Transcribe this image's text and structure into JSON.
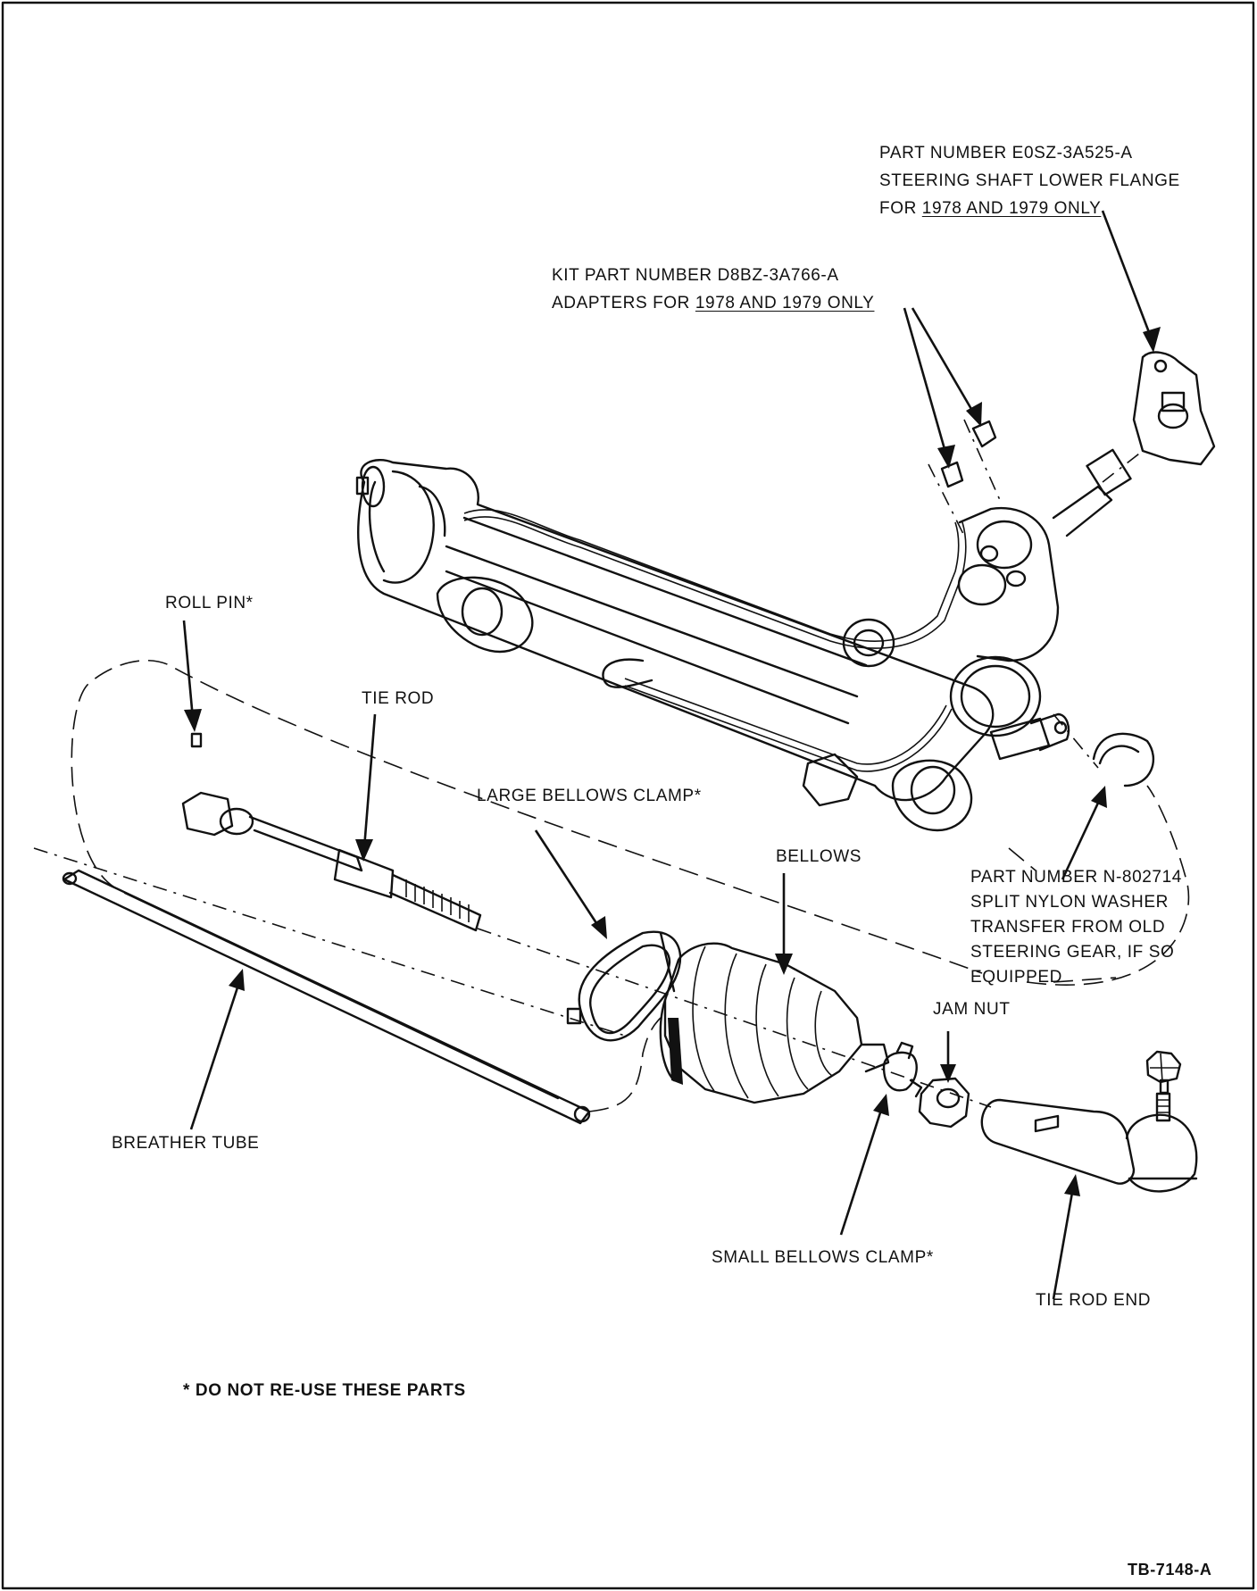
{
  "labels": {
    "flange": {
      "line1": "PART NUMBER E0SZ-3A525-A",
      "line2": "STEERING SHAFT LOWER FLANGE",
      "line3_prefix": "FOR ",
      "line3_underlined": "1978 AND 1979 ONLY"
    },
    "kit": {
      "line1": "KIT PART NUMBER D8BZ-3A766-A",
      "line2_prefix": "ADAPTERS FOR ",
      "line2_underlined": "1978 AND 1979 ONLY"
    },
    "roll_pin": "ROLL PIN*",
    "tie_rod": "TIE ROD",
    "large_bellows_clamp": "LARGE BELLOWS CLAMP*",
    "bellows": "BELLOWS",
    "washer": {
      "line1": "PART NUMBER N-802714",
      "line2": "SPLIT NYLON WASHER",
      "line3": "TRANSFER FROM OLD",
      "line4": "STEERING GEAR, IF SO",
      "line5": "EQUIPPED"
    },
    "jam_nut": "JAM NUT",
    "breather_tube": "BREATHER TUBE",
    "small_bellows_clamp": "SMALL BELLOWS CLAMP*",
    "tie_rod_end": "TIE ROD END",
    "footnote": "* DO NOT RE-USE THESE PARTS",
    "figure_code": "TB-7148-A"
  }
}
